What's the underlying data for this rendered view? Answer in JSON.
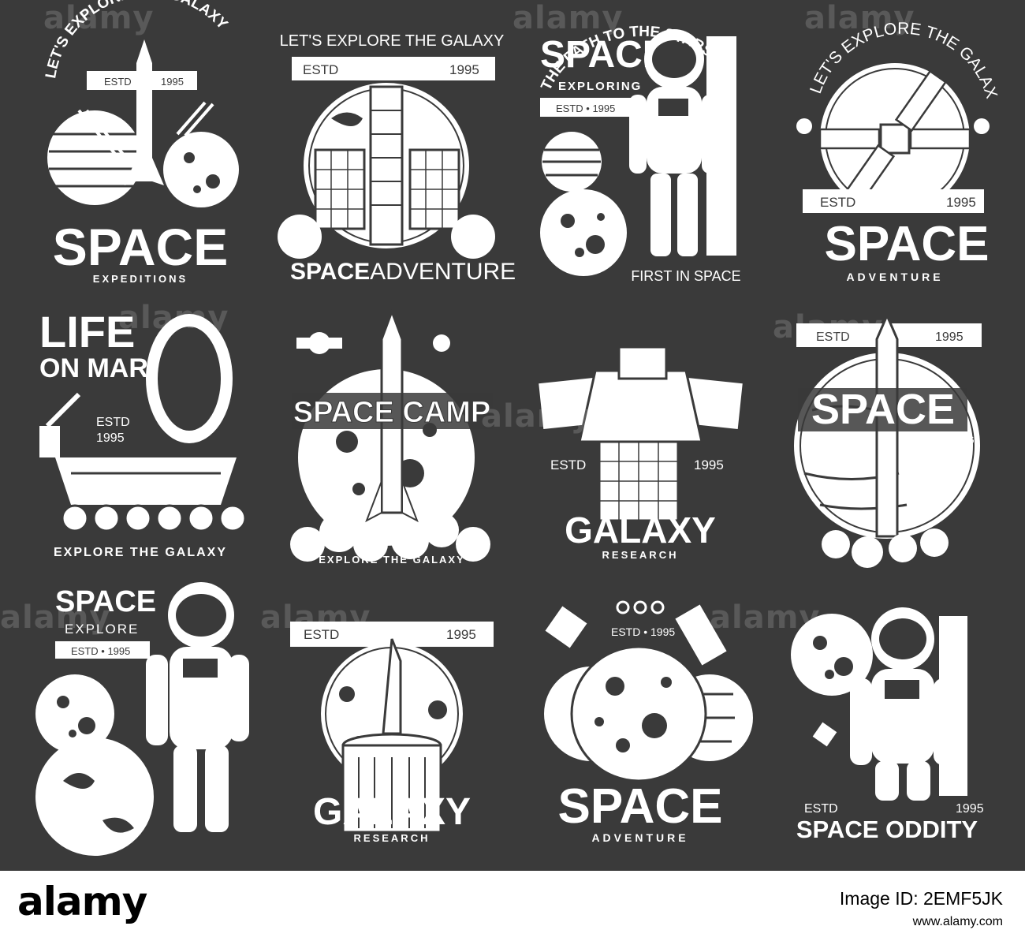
{
  "colors": {
    "background": "#3a3a3a",
    "ink": "#ffffff",
    "footer": "#ffffff"
  },
  "watermark": "alamy",
  "footer": {
    "logo": "alamy",
    "image_id": "Image ID: 2EMF5JK",
    "url": "www.alamy.com"
  },
  "emblems": [
    {
      "title": "SPACE",
      "subtitle": "EXPEDITIONS",
      "arc": "LET'S EXPLORE THE GALAXY",
      "estd": "ESTD",
      "year": "1995",
      "icon": "rocket-launch-icon"
    },
    {
      "top": "LET'S EXPLORE THE GALAXY",
      "estd": "ESTD",
      "year": "1995",
      "title_bold": "SPACE",
      "title_light": "ADVENTURE",
      "icon": "space-station-icon"
    },
    {
      "title": "SPACE",
      "subtitle": "EXPLORING",
      "estd_line": "ESTD • 1995",
      "bottom": "FIRST IN SPACE",
      "icon": "astronaut-icon"
    },
    {
      "arc": "LET'S EXPLORE THE GALAXY",
      "estd": "ESTD",
      "year": "1995",
      "title": "SPACE",
      "subtitle": "ADVENTURE",
      "icon": "satellite-icon"
    },
    {
      "title_line1": "LIFE",
      "title_line2": "ON MARS",
      "estd": "ESTD",
      "year": "1995",
      "bottom": "EXPLORE THE GALAXY",
      "icon": "lunar-rover-icon"
    },
    {
      "title": "SPACE CAMP",
      "bottom": "EXPLORE THE GALAXY",
      "icon": "rocket-icon"
    },
    {
      "arc": "THE PATH TO THE STARS",
      "estd": "ESTD",
      "year": "1995",
      "title": "GALAXY",
      "subtitle": "RESEARCH",
      "icon": "satellite-icon"
    },
    {
      "estd": "ESTD",
      "year": "1995",
      "title": "SPACE",
      "subtitle": "EXPLORING",
      "icon": "rocket-launch-icon"
    },
    {
      "title": "SPACE",
      "subtitle": "EXPLORE",
      "estd_line": "ESTD • 1995",
      "icon": "astronaut-icon"
    },
    {
      "estd": "ESTD",
      "year": "1995",
      "title": "GALAXY",
      "subtitle": "RESEARCH",
      "icon": "rocket-icon"
    },
    {
      "estd_line": "ESTD • 1995",
      "title": "SPACE",
      "subtitle": "ADVENTURE",
      "icon": "moon-icon"
    },
    {
      "estd": "ESTD",
      "year": "1995",
      "title": "SPACE ODDITY",
      "icon": "astronaut-icon"
    }
  ]
}
